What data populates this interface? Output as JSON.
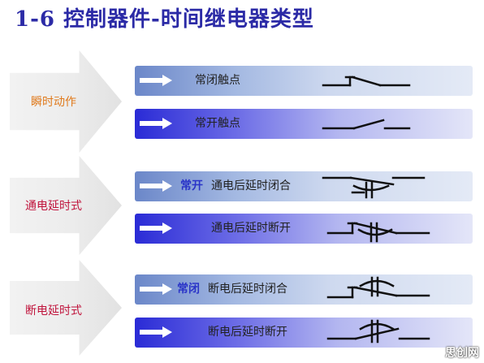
{
  "title": "1-6 控制器件-时间继电器类型",
  "groups": [
    {
      "label": "瞬时动作",
      "label_color": "#e07a1c",
      "rows": [
        {
          "tag": "",
          "text": "常闭触点",
          "symbol": "nc-contact-icon"
        },
        {
          "tag": "",
          "text": "常开触点",
          "symbol": "no-contact-icon"
        }
      ]
    },
    {
      "label": "通电延时式",
      "label_color": "#c0143c",
      "rows": [
        {
          "tag": "常开",
          "text": "通电后延时闭合",
          "symbol": "on-delay-close-icon"
        },
        {
          "tag": "",
          "text": "通电后延时断开",
          "symbol": "on-delay-open-icon"
        }
      ]
    },
    {
      "label": "断电延时式",
      "label_color": "#c0143c",
      "rows": [
        {
          "tag": "常闭",
          "text": "断电后延时闭合",
          "symbol": "off-delay-close-icon"
        },
        {
          "tag": "",
          "text": "断电后延时断开",
          "symbol": "off-delay-open-icon"
        }
      ]
    }
  ],
  "watermark": "思创网"
}
